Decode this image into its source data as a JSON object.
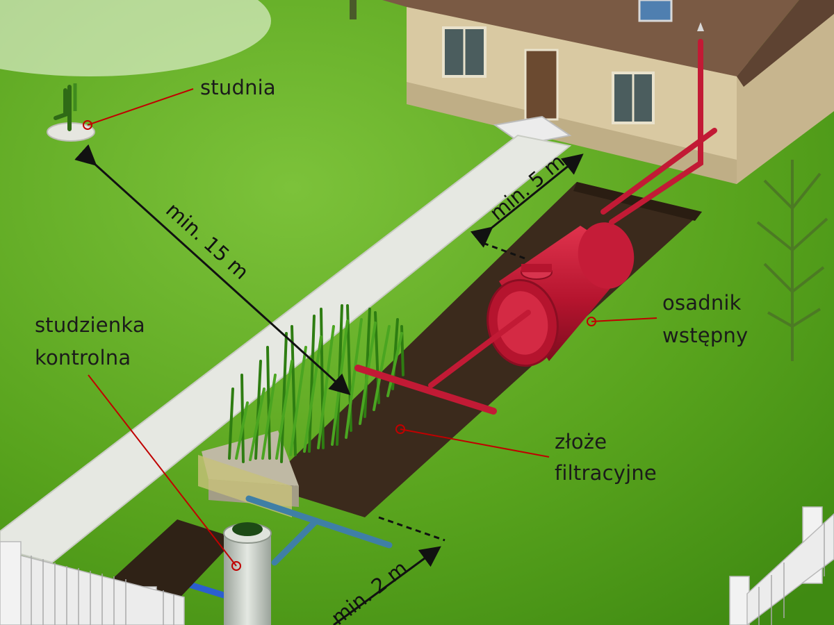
{
  "labels": {
    "well": "studnia",
    "settler_line1": "osadnik",
    "settler_line2": "wstępny",
    "inspection_line1": "studzienka",
    "inspection_line2": "kontrolna",
    "filter_line1": "złoże",
    "filter_line2": "filtracyjne"
  },
  "distances": {
    "house": "min. 5 m",
    "well": "min. 15 m",
    "boundary": "min. 2 m"
  },
  "colors": {
    "grass": "#5aa51f",
    "path": "#e6e8e2",
    "soil": "#3b2a1c",
    "tank": "#c21a35",
    "house_wall": "#d8c8a0",
    "roof": "#7a5a44",
    "pointer": "#c00000"
  }
}
